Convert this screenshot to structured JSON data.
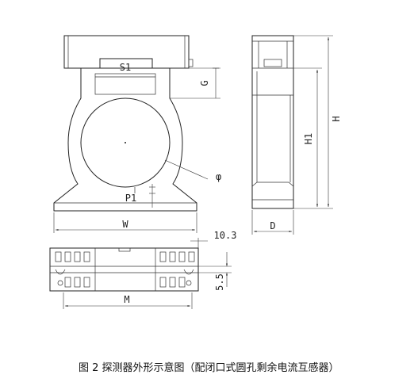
{
  "labels": {
    "s1": "S1",
    "p1": "P1",
    "g": "G",
    "phi": "φ",
    "h1": "H1",
    "h": "H",
    "w": "W",
    "d": "D",
    "m": "M",
    "dim_10_3": "10.3",
    "dim_5_5": "5.5"
  },
  "caption": "图 2  探测器外形示意图（配闭口式圆孔剩余电流互感器）"
}
